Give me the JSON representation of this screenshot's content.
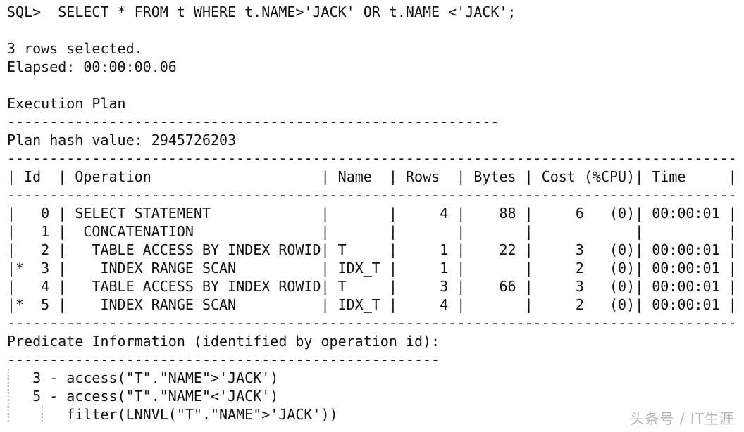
{
  "sql_line": "SQL>  SELECT * FROM t WHERE t.NAME>'JACK' OR t.NAME <'JACK';",
  "rows_selected": "3 rows selected.",
  "elapsed": "Elapsed: 00:00:00.06",
  "execution_plan_title": "Execution Plan",
  "dash_short": "----------------------------------------------------------",
  "plan_hash": "Plan hash value: 2945726203",
  "dash_full": "--------------------------------------------------------------------------------------",
  "plan_table": {
    "headers": {
      "id": "Id",
      "operation": "Operation",
      "name": "Name",
      "rows": "Rows",
      "bytes": "Bytes",
      "cost": "Cost (%CPU)",
      "time": "Time"
    },
    "rows": [
      {
        "star": "",
        "id": "0",
        "operation": "SELECT STATEMENT",
        "indent": 0,
        "name": "",
        "rows": "4",
        "bytes": "88",
        "cost": "6",
        "cpu": "(0)",
        "time": "00:00:01"
      },
      {
        "star": "",
        "id": "1",
        "operation": "CONCATENATION",
        "indent": 1,
        "name": "",
        "rows": "",
        "bytes": "",
        "cost": "",
        "cpu": "",
        "time": ""
      },
      {
        "star": "",
        "id": "2",
        "operation": "TABLE ACCESS BY INDEX ROWID",
        "indent": 2,
        "name": "T",
        "rows": "1",
        "bytes": "22",
        "cost": "3",
        "cpu": "(0)",
        "time": "00:00:01"
      },
      {
        "star": "*",
        "id": "3",
        "operation": "INDEX RANGE SCAN",
        "indent": 3,
        "name": "IDX_T",
        "rows": "1",
        "bytes": "",
        "cost": "2",
        "cpu": "(0)",
        "time": "00:00:01"
      },
      {
        "star": "",
        "id": "4",
        "operation": "TABLE ACCESS BY INDEX ROWID",
        "indent": 2,
        "name": "T",
        "rows": "3",
        "bytes": "66",
        "cost": "3",
        "cpu": "(0)",
        "time": "00:00:01"
      },
      {
        "star": "*",
        "id": "5",
        "operation": "INDEX RANGE SCAN",
        "indent": 3,
        "name": "IDX_T",
        "rows": "4",
        "bytes": "",
        "cost": "2",
        "cpu": "(0)",
        "time": "00:00:01"
      }
    ]
  },
  "predicate_title": "Predicate Information (identified by operation id):",
  "dash_pred": "---------------------------------------------------",
  "predicates": [
    "   3 - access(\"T\".\"NAME\">'JACK')",
    "   5 - access(\"T\".\"NAME\"<'JACK')",
    "       filter(LNNVL(\"T\".\"NAME\">'JACK'))"
  ],
  "watermark": "头条号 / IT生涯"
}
